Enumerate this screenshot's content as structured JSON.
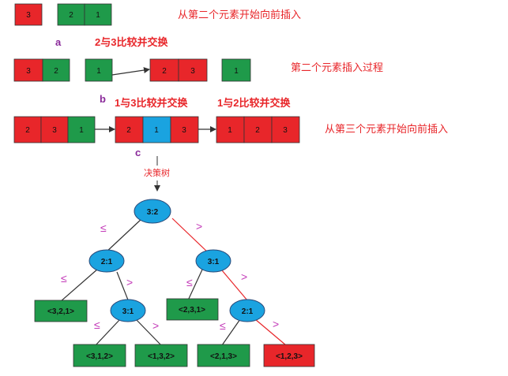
{
  "colors": {
    "red": "#e8262a",
    "green": "#1f9a4a",
    "blue": "#1aa3e0",
    "purple": "#8a2a9a",
    "magenta": "#c33ab8"
  },
  "labels": {
    "start_second": "从第二个元素开始向前插入",
    "step_a": "a",
    "swap_2_3": "2与3比较并交换",
    "second_process": "第二个元素插入过程",
    "step_b": "b",
    "swap_1_3": "1与3比较并交换",
    "swap_1_2": "1与2比较并交换",
    "start_third": "从第三个元素开始向前插入",
    "step_c": "c",
    "decision_tree": "决策树"
  },
  "rows": {
    "row1": [
      {
        "text": "3",
        "color": "red"
      },
      {
        "text": "2",
        "color": "green"
      },
      {
        "text": "1",
        "color": "green"
      }
    ],
    "row2": [
      {
        "text": "3",
        "color": "red"
      },
      {
        "text": "2",
        "color": "green"
      },
      {
        "text": "1",
        "color": "green"
      },
      {
        "text": "2",
        "color": "red"
      },
      {
        "text": "3",
        "color": "red"
      },
      {
        "text": "1",
        "color": "green"
      }
    ],
    "row3": [
      {
        "text": "2",
        "color": "red"
      },
      {
        "text": "3",
        "color": "red"
      },
      {
        "text": "1",
        "color": "green"
      },
      {
        "text": "2",
        "color": "red"
      },
      {
        "text": "1",
        "color": "blue"
      },
      {
        "text": "3",
        "color": "red"
      },
      {
        "text": "1",
        "color": "red"
      },
      {
        "text": "2",
        "color": "red"
      },
      {
        "text": "3",
        "color": "red"
      }
    ]
  },
  "tree": {
    "nodes": [
      "3:2",
      "2:1",
      "3:1",
      "3:1",
      "2:1"
    ],
    "leaves": [
      "<3,2,1>",
      "<2,3,1>",
      "<3,1,2>",
      "<1,3,2>",
      "<2,1,3>",
      "<1,2,3>"
    ],
    "le_symbol": "≤",
    "gt_symbol": ">"
  }
}
